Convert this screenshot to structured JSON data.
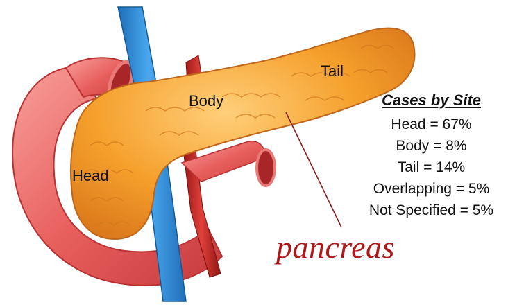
{
  "labels": {
    "head": "Head",
    "body": "Body",
    "tail": "Tail"
  },
  "cases": {
    "title": "Cases by Site",
    "rows": [
      "Head = 67%",
      "Body = 8%",
      "Tail = 14%",
      "Overlapping = 5%",
      "Not Specified = 5%"
    ]
  },
  "organ_name": "pancreas",
  "colors": {
    "pancreas": "#f5a02c",
    "duodenum": "#e8605e",
    "vein": "#2b8fd8",
    "artery": "#c8201e",
    "organ_name_text": "#b01818"
  }
}
